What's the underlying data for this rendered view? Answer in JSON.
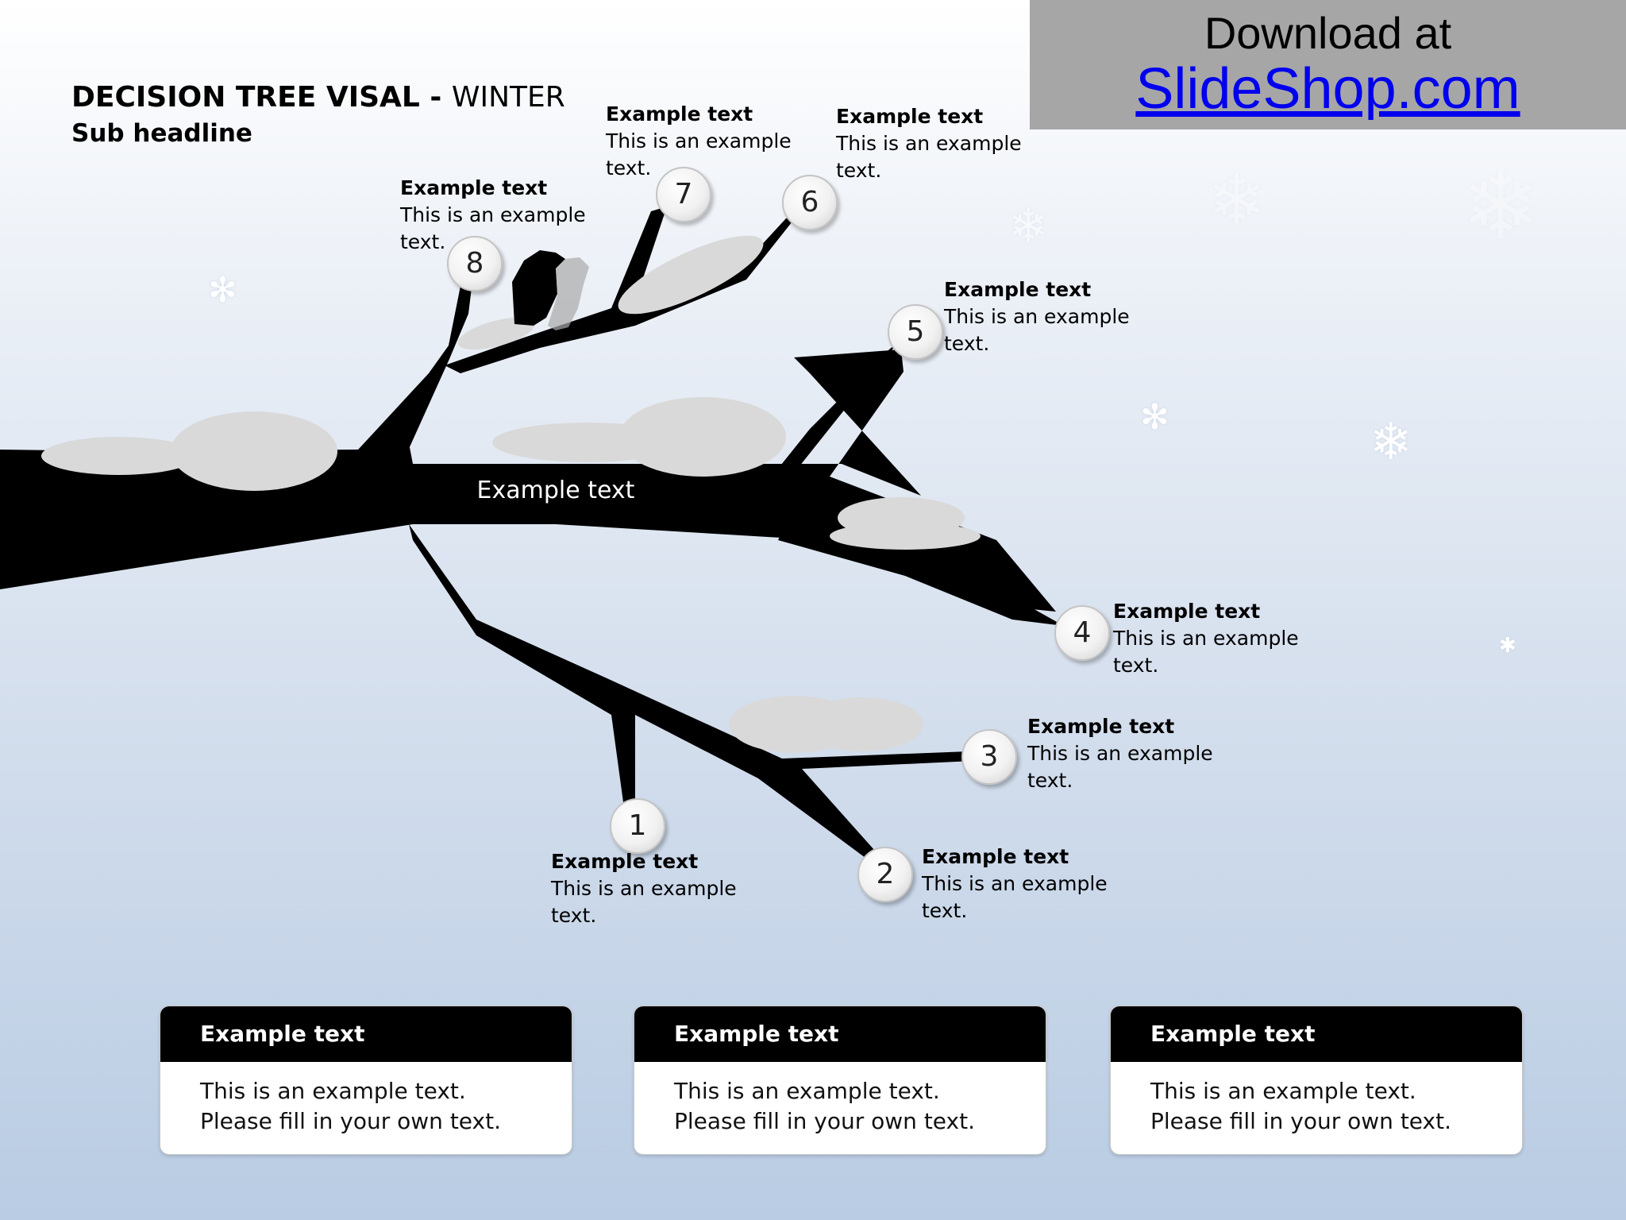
{
  "banner": {
    "line1": "Download at",
    "link": "SlideShop.com"
  },
  "title": {
    "bold": "DECISION TREE VISAL - ",
    "light": "WINTER",
    "sub": "Sub headline"
  },
  "center_label": "Example text",
  "nodes": [
    {
      "num": "1",
      "heading": "Example text",
      "text": "This is an example text."
    },
    {
      "num": "2",
      "heading": "Example text",
      "text": "This is an example text."
    },
    {
      "num": "3",
      "heading": "Example text",
      "text": "This is an example text."
    },
    {
      "num": "4",
      "heading": "Example text",
      "text": "This is an example text."
    },
    {
      "num": "5",
      "heading": "Example text",
      "text": "This is an example text."
    },
    {
      "num": "6",
      "heading": "Example text",
      "text": "This is an example text."
    },
    {
      "num": "7",
      "heading": "Example text",
      "text": "This is an example text."
    },
    {
      "num": "8",
      "heading": "Example text",
      "text": "This is an example text."
    }
  ],
  "boxes": [
    {
      "heading": "Example text",
      "body": "This is an example text. Please fill in your own text."
    },
    {
      "heading": "Example text",
      "body": "This is an example text. Please fill in your own text."
    },
    {
      "heading": "Example text",
      "body": "This is an example text. Please fill in your own text."
    }
  ],
  "colors": {
    "branch": "#000000",
    "snow": "#d9d9d9",
    "banner": "#a6a6a6",
    "link": "#0000ee"
  },
  "icons": [
    "snowflake-icon",
    "crow-icon"
  ]
}
